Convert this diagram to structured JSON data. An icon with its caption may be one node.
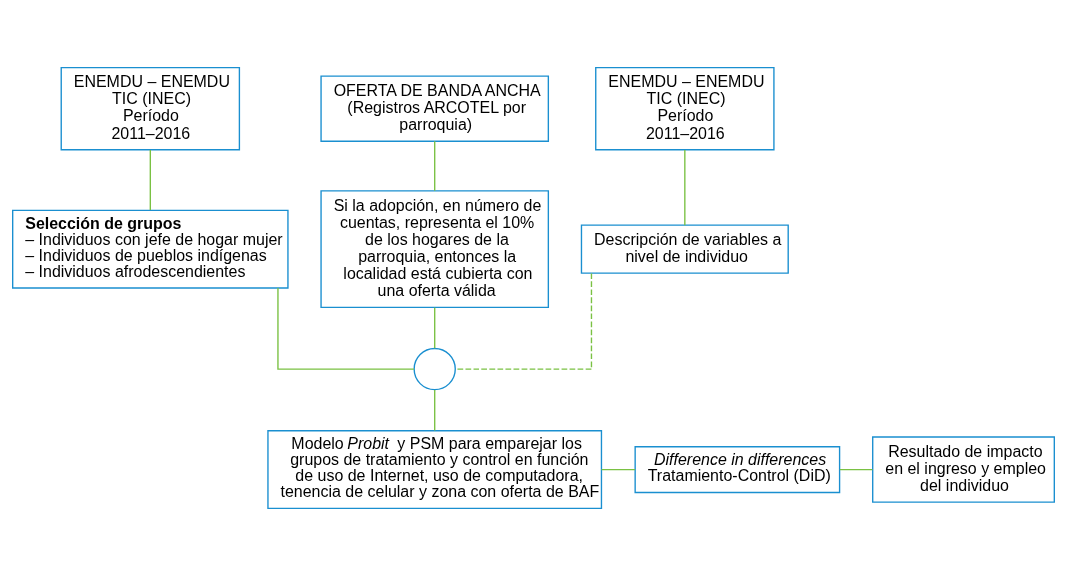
{
  "diagram": {
    "nodes": [
      {
        "text": [
          "ENEMDU – ENEMDU TIC (INEC) Período 2011–2016"
        ]
      },
      {
        "text": [
          "OFERTA DE BANDA ANCHA",
          "(Registros ARCOTEL por parroquia)"
        ]
      },
      {
        "text": [
          "ENEMDU – ENEMDU TIC (INEC) Período 2011–2016"
        ]
      },
      {
        "text": [
          "Selección de grupos",
          "– Individuos con jefe de hogar mujer",
          "– Individuos de pueblos indígenas",
          "– Individuos afrodescendientes"
        ]
      },
      {
        "text": [
          "Si la adopción, en número de cuentas, representa el 10% de los hogares de la parroquia, entonces la localidad está cubierta con una oferta válida"
        ]
      },
      {
        "text": [
          "Descripción de variables a nivel de individuo"
        ]
      },
      {
        "text": [],
        "shape": "circle"
      },
      {
        "text": [
          "Modelo *Probit* y PSM para emparejar los grupos de tratamiento y control en función de uso de Internet, uso de computadora, tenencia de celular y zona con oferta de BAF"
        ]
      },
      {
        "text": [
          "Difference in differences",
          "Tratamiento-Control (DiD)"
        ]
      },
      {
        "text": [
          "Resultado de impacto en el ingreso y empleo del individuo"
        ]
      }
    ],
    "edges": [
      {
        "from": 0,
        "to": 3,
        "arrow": "none"
      },
      {
        "from": 1,
        "to": 4,
        "arrow": "none"
      },
      {
        "from": 2,
        "to": 5,
        "arrow": "none"
      },
      {
        "from": 3,
        "to": 6,
        "arrow": "none"
      },
      {
        "from": 4,
        "to": 6,
        "arrow": "none"
      },
      {
        "from": 5,
        "to": 6,
        "arrow": "none",
        "style": "dashed"
      },
      {
        "from": 6,
        "to": 7,
        "arrow": "none"
      },
      {
        "from": 7,
        "to": 8,
        "arrow": "none"
      },
      {
        "from": 8,
        "to": 9,
        "arrow": "none"
      }
    ]
  }
}
